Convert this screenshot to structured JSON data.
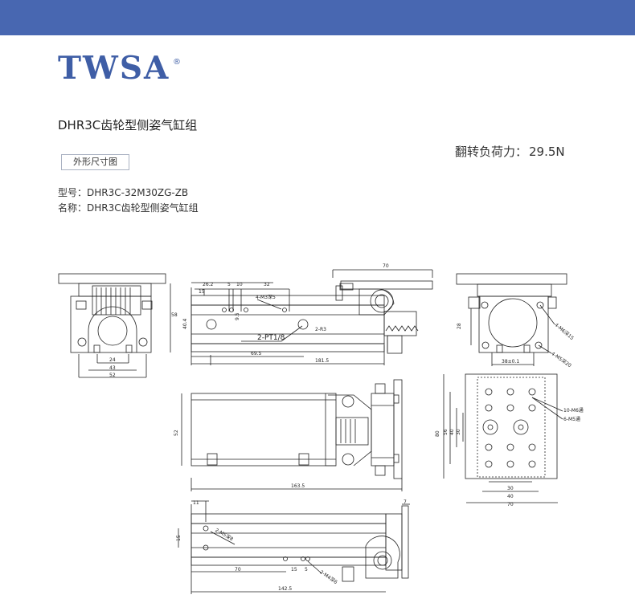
{
  "brand": {
    "logo_text": "TWSA",
    "registered_mark": "®"
  },
  "product": {
    "title": "DHR3C齿轮型侧姿气缸组",
    "force_label": "翻转负荷力：",
    "force_value": "29.5N",
    "tab_label": "外形尺寸图",
    "model_label": "型号：",
    "model_value": "DHR3C-32M30ZG-ZB",
    "name_label": "名称：",
    "name_value": "DHR3C齿轮型侧姿气缸组"
  },
  "drawing": {
    "front_view": {
      "dims": [
        "24",
        "43",
        "52",
        "58"
      ]
    },
    "side_view": {
      "dims": [
        "70",
        "26.2",
        "15",
        "5",
        "10",
        "32",
        "40.4",
        "69.5",
        "181.5",
        "9.5"
      ],
      "notes": [
        "4-M3深5",
        "2-PT1/8",
        "2-R3"
      ]
    },
    "right_view": {
      "dims": [
        "28",
        "38±0.1"
      ],
      "notes": [
        "4-M6深15",
        "4-M5深20"
      ]
    },
    "top_view": {
      "dims": [
        "52",
        "163.5"
      ]
    },
    "plate_view": {
      "dims": [
        "80",
        "56",
        "40",
        "30",
        "30",
        "40",
        "70"
      ],
      "notes": [
        "10-M6通",
        "6-M5通"
      ]
    },
    "bottom_view": {
      "dims": [
        "11",
        "15",
        "70",
        "15",
        "5",
        "142.5",
        "7"
      ],
      "notes": [
        "2-M5深8",
        "2-M4深6"
      ]
    }
  }
}
